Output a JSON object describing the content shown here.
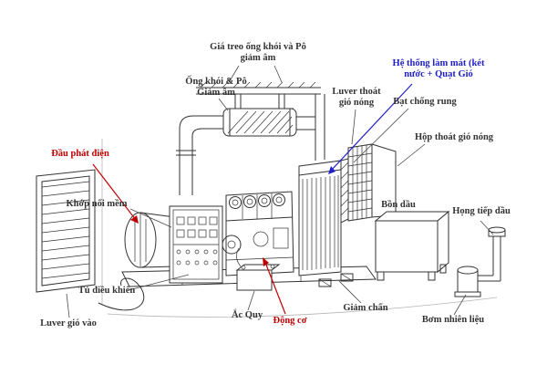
{
  "colors": {
    "ink": "#333333",
    "red": "#c00000",
    "blue": "#1f1fc8"
  },
  "labels": {
    "hanger": "Giá treo ống khói và Pô\ngiảm âm",
    "exhaust": "Ống khói & Pô\nGiảm âm",
    "cooling": "Hệ thống làm mát (két\nnước + Quạt Gió",
    "hot_air_louver": "Luver thoát\ngió nóng",
    "anti_vibration_canvas": "Bạt chống rung",
    "hot_air_box": "Hộp thoát gió nóng",
    "alternator": "Đầu phát điện",
    "flexible_coupling": "Khớp nối mềm",
    "fuel_tank": "Bồn dầu",
    "fuel_inlet": "Họng tiếp dầu",
    "control_cabinet": "Tủ điều khiển",
    "battery": "Ắc Quy",
    "engine": "Động cơ",
    "damper": "Giảm chấn",
    "fuel_pump": "Bơm nhiên liệu",
    "intake_louver": "Luver gió vào"
  }
}
